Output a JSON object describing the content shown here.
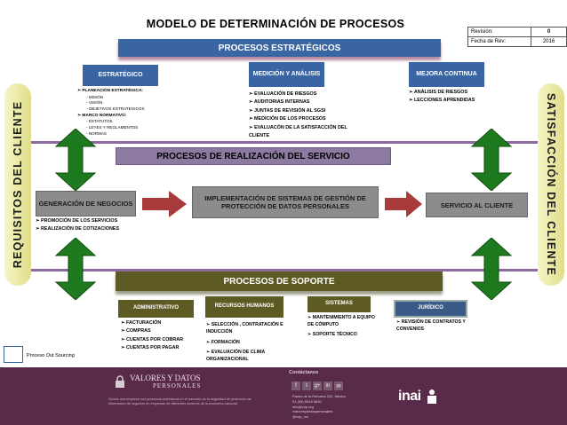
{
  "header": {
    "title": "MODELO DE DETERMINACIÓN DE PROCESOS",
    "revision_label": "Revisión:",
    "revision_value": "0",
    "date_label": "Fecha de Rev:",
    "date_value": "2016"
  },
  "sides": {
    "left": "REQUISITOS DEL CLIENTE",
    "right": "SATISFACCIÓN DEL CLIENTE"
  },
  "strategic": {
    "band": "PROCESOS ESTRATÉGICOS",
    "boxes": [
      {
        "label": "ESTRATÉGICO"
      },
      {
        "label": "MEDICIÓN Y ANÁLISIS"
      },
      {
        "label": "MEJORA CONTINUA"
      }
    ],
    "estrategico_items": [
      "PLANEACIÓN ESTRATÉGICA:",
      "MARCO NORMATIVO:"
    ],
    "planeacion_sub": [
      "MISIÓN",
      "VISIÓN",
      "OBJETIVOS ESTRATEGICOS"
    ],
    "marco_sub": [
      "ESTATUTOS",
      "LEYES Y REGLAMENTOS",
      "NORMAS"
    ],
    "medicion_items": [
      "EVALUACIÓN DE RIESGOS",
      "AUDITORIAS INTERNAS",
      "JUNTAS DE REVISIÓN AL SGSI",
      "MEDICIÓN DE LOS PROCESOS",
      "EVALUACÓN DE LA SATISFACCIÓN DEL CLIENTE"
    ],
    "mejora_items": [
      "ANÁLISIS DE RIESGOS",
      "LECCIONES APRENDIDAS"
    ]
  },
  "realization": {
    "band": "PROCESOS  DE REALIZACIÓN DEL SERVICIO",
    "box1": "GENERACIÓN DE NEGOCIOS",
    "box2": "IMPLEMENTACIÓN DE SISTEMAS DE GESTIÓN DE PROTECCIÓN DE DATOS PERSONALES",
    "box3": "SERVICIO AL CLIENTE",
    "box1_items": [
      "PROMOCIÓN DE LOS SERVICIOS",
      "REALIZACIÓN DE COTIZACIONES"
    ]
  },
  "support": {
    "band": "PROCESOS DE SOPORTE",
    "boxes": [
      {
        "label": "ADMINISTRATIVO"
      },
      {
        "label": "RECURSOS HUMANOS"
      },
      {
        "label": "SISTEMAS"
      },
      {
        "label": "JURÍDICO"
      }
    ],
    "admin_items": [
      "FACTURACIÓN",
      "COMPRAS",
      "CUENTAS POR COBRAR",
      "CUENTAS POR PAGAR"
    ],
    "rh_items": [
      "SELECCIÓN , CONTRATACIÓN E INDUCCIÓN",
      "FORMACIÓN",
      "EVALUACIÓN DE CLIMA ORGANIZACIONAL"
    ],
    "sistemas_items": [
      "MANTENIMIENTO A EQUIPO DE CÓMPUTO",
      "SOPORTE TÉCNICO"
    ],
    "juridico_items": [
      "REVISIÓN DE CONTRATOS Y CONVENIOS"
    ]
  },
  "legend": {
    "outsourcing": "Proceso Out Sourcing"
  },
  "footer": {
    "logo_line1": "VALORES Y DATOS",
    "logo_line2": "PERSONALES",
    "description": "Somos una empresa con presencia profesional en el mercado de la seguridad de protección de información de negocios en empresas de diferentes sectores de la economía nacional.",
    "contact_title": "Contáctanos",
    "social": [
      "f",
      "t",
      "g+",
      "in",
      "✉"
    ],
    "contact_lines": [
      "Paseo de la Reforma 222, México",
      "01 (55) 5514 5830",
      "info@vdp.org",
      "/valoresydatospersonales",
      "@vdp_mx"
    ],
    "inai": "inai"
  },
  "colors": {
    "blue": "#3a65a3",
    "purple": "#8c7aa0",
    "olive": "#5e5a24",
    "green": "#1e7a1e",
    "maroon": "#a83a3a",
    "footer": "#5a2a4a"
  }
}
